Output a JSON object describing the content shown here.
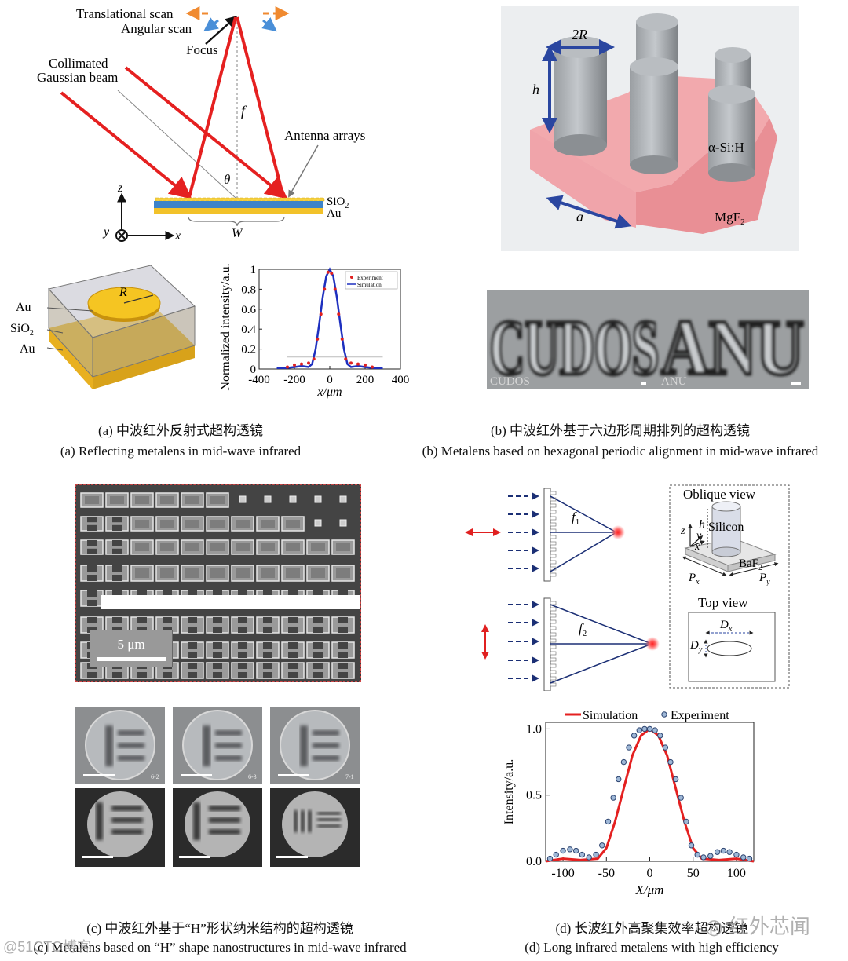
{
  "panel_a": {
    "labels": {
      "translational_scan": "Translational scan",
      "angular_scan": "Angular scan",
      "focus": "Focus",
      "collimated": "Collimated",
      "gaussian_beam": "Gaussian beam",
      "f": "f",
      "antenna_arrays": "Antenna arrays",
      "theta": "θ",
      "sio2": "SiO",
      "sio2_sub": "2",
      "au": "Au",
      "z": "z",
      "y": "y",
      "x": "x",
      "w": "W",
      "unit_au_top": "Au",
      "unit_sio2": "SiO",
      "unit_sio2_sub": "2",
      "unit_au_bottom": "Au",
      "unit_r": "R"
    },
    "chart_data": {
      "type": "line",
      "xlabel": "x/μm",
      "ylabel": "Normalized intensity/a.u.",
      "xlim": [
        -400,
        400
      ],
      "ylim": [
        0,
        1
      ],
      "xticks": [
        "-400",
        "-200",
        "0",
        "200",
        "400"
      ],
      "yticks": [
        "0",
        "0.2",
        "0.4",
        "0.6",
        "0.8",
        "1"
      ],
      "legend": [
        "Experiment",
        "Simulation"
      ],
      "series": [
        {
          "name": "Simulation",
          "x": [
            -300,
            -250,
            -200,
            -160,
            -120,
            -100,
            -80,
            -60,
            -40,
            -20,
            0,
            20,
            40,
            60,
            80,
            100,
            120,
            160,
            200,
            250,
            300
          ],
          "values": [
            0.01,
            0.01,
            0.02,
            0.03,
            0.02,
            0.05,
            0.2,
            0.45,
            0.72,
            0.93,
            1.0,
            0.93,
            0.72,
            0.45,
            0.2,
            0.05,
            0.02,
            0.03,
            0.02,
            0.01,
            0.01
          ]
        },
        {
          "name": "Experiment",
          "x": [
            -240,
            -200,
            -160,
            -120,
            -90,
            -70,
            -50,
            -30,
            -10,
            10,
            30,
            50,
            70,
            90,
            120,
            160,
            200,
            240
          ],
          "values": [
            0.02,
            0.04,
            0.05,
            0.06,
            0.1,
            0.3,
            0.55,
            0.8,
            0.97,
            0.96,
            0.8,
            0.55,
            0.3,
            0.1,
            0.06,
            0.05,
            0.04,
            0.02
          ]
        }
      ]
    },
    "caption_cn": "(a) 中波红外反射式超构透镜",
    "caption_en": "(a) Reflecting metalens in mid-wave infrared"
  },
  "panel_b": {
    "labels": {
      "two_r": "2R",
      "h": "h",
      "asih": "α-Si:H",
      "a": "a",
      "mgf2": "MgF",
      "mgf2_sub": "2",
      "image_text_1": "CUDOS",
      "image_text_2": "ANU",
      "small_1": "CUDOS",
      "small_2": "ANU"
    },
    "caption_cn": "(b) 中波红外基于六边形周期排列的超构透镜",
    "caption_en": "(b) Metalens based on hexagonal periodic alignment in mid-wave infrared"
  },
  "panel_c": {
    "labels": {
      "scale": "5 μm",
      "tag1": "6-2",
      "tag2": "6-3",
      "tag3": "7-1"
    },
    "caption_cn": "(c) 中波红外基于“H”形状纳米结构的超构透镜",
    "caption_en": "(c) Metalens based on “H” shape nanostructures in mid-wave infrared"
  },
  "panel_d": {
    "labels": {
      "f1": "f",
      "f1_sub": "1",
      "f2": "f",
      "f2_sub": "2",
      "oblique": "Oblique view",
      "h": "h",
      "silicon": "Silicon",
      "z": "z",
      "y": "y",
      "x": "x",
      "baf2": "BaF",
      "baf2_sub": "2",
      "px": "P",
      "px_sub": "x",
      "py": "P",
      "py_sub": "y",
      "top_view": "Top view",
      "dx": "D",
      "dx_sub": "x",
      "dy": "D",
      "dy_sub": "y"
    },
    "chart_data": {
      "type": "line",
      "xlabel": "X/μm",
      "ylabel": "Intensity/a.u.",
      "xlim": [
        -120,
        120
      ],
      "ylim": [
        0,
        1.05
      ],
      "xticks": [
        "-100",
        "-50",
        "0",
        "50",
        "100"
      ],
      "yticks": [
        "0.0",
        "0.5",
        "1.0"
      ],
      "legend": [
        "Simulation",
        "Experiment"
      ],
      "series": [
        {
          "name": "Simulation",
          "x": [
            -120,
            -100,
            -80,
            -60,
            -50,
            -40,
            -30,
            -20,
            -10,
            0,
            10,
            20,
            30,
            40,
            50,
            60,
            80,
            100,
            120
          ],
          "values": [
            0.0,
            0.02,
            0.01,
            0.02,
            0.1,
            0.3,
            0.55,
            0.8,
            0.95,
            1.0,
            0.95,
            0.8,
            0.55,
            0.3,
            0.1,
            0.02,
            0.01,
            0.02,
            0.0
          ]
        },
        {
          "name": "Experiment",
          "x": [
            -115,
            -108,
            -100,
            -92,
            -85,
            -78,
            -70,
            -62,
            -55,
            -48,
            -42,
            -36,
            -30,
            -24,
            -18,
            -12,
            -6,
            0,
            6,
            12,
            18,
            24,
            30,
            36,
            42,
            48,
            55,
            62,
            70,
            78,
            85,
            92,
            100,
            108,
            115
          ],
          "values": [
            0.02,
            0.05,
            0.08,
            0.09,
            0.08,
            0.05,
            0.03,
            0.05,
            0.12,
            0.3,
            0.48,
            0.62,
            0.75,
            0.86,
            0.95,
            0.99,
            1.0,
            1.0,
            0.99,
            0.95,
            0.86,
            0.75,
            0.62,
            0.48,
            0.3,
            0.12,
            0.05,
            0.03,
            0.04,
            0.07,
            0.08,
            0.07,
            0.05,
            0.03,
            0.02
          ]
        }
      ]
    },
    "caption_cn": "(d) 长波红外高聚集效率超构透镜",
    "caption_en": "(d) Long infrared metalens with high efficiency"
  },
  "watermark": {
    "right": "红外芯闻",
    "left": "@51CTO博客"
  }
}
